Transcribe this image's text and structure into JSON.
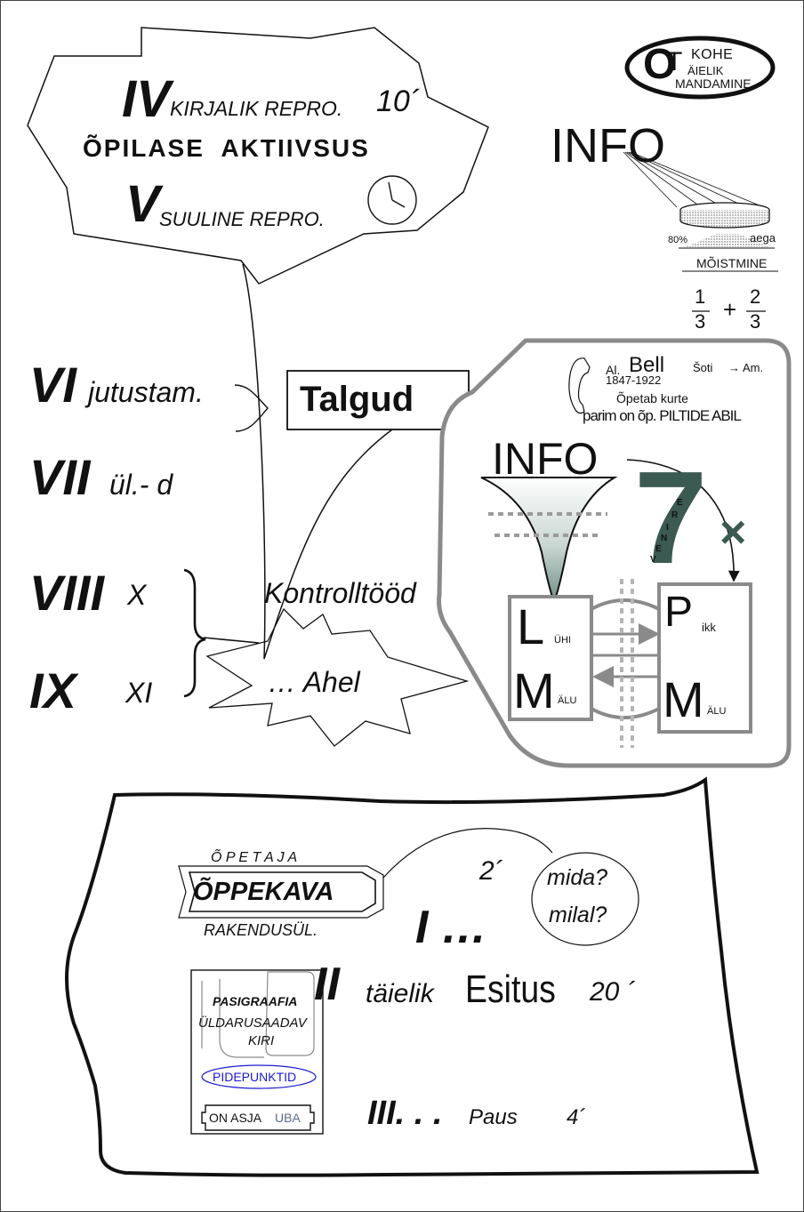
{
  "logo": {
    "o": "O",
    "t": "T",
    "kohe": "KOHE",
    "taielik": "ÄIELIK",
    "omandamine": "MANDAMINE"
  },
  "info_top": {
    "label": "INFO",
    "pct": "80%",
    "aega": "aega",
    "moistmine": "MÕISTMINE",
    "frac1_num": "1",
    "frac1_den": "3",
    "plus": "+",
    "frac2_num": "2",
    "frac2_den": "3"
  },
  "aktiivsus": {
    "iv_num": "IV",
    "iv_text": "KIRJALIK REPRO.",
    "iv_time": "10´",
    "title": "ÕPILASE  AKTIIVSUS",
    "v_num": "V",
    "v_text": "SUULINE REPRO."
  },
  "steps": {
    "vi_num": "VI",
    "vi_text": "jutustam.",
    "vii_num": "VII",
    "vii_text": "ül.- d",
    "viii_num": "VIII",
    "viii_x": "X",
    "ix_num": "IX",
    "ix_xi": "XI"
  },
  "talgud": "Talgud",
  "kontrolltood": "Kontrolltööd",
  "ahel": "… Ahel",
  "memory": {
    "bell_prefix": "Al.",
    "bell_name": "Bell",
    "bell_years": "1847-1922",
    "soti": "Šoti",
    "arrow": "→",
    "am": "Am.",
    "opetab": "Õpetab kurte",
    "parim": "parim on õp. PILTIDE ABIL",
    "info": "INFO",
    "seven": "7",
    "x_mark": "×",
    "vertical": [
      "E",
      "R",
      "I",
      "N",
      "E",
      "V"
    ],
    "l_letter": "L",
    "l_sub": "ÜHI",
    "m1_letter": "M",
    "m1_sub": "ÄLU",
    "p_letter": "P",
    "p_sub": "ikk",
    "m2_letter": "M",
    "m2_sub": "ÄLU"
  },
  "lesson": {
    "opetaja": "Õ P E T A J A",
    "oppekava": "ÕPPEKAVA",
    "rakendusul": "RAKENDUSÜL.",
    "time_2": "2´",
    "mida": "mida?",
    "milal": "milal?",
    "i_num": "I …",
    "ii_num": "II",
    "ii_taielik": "täielik",
    "ii_esitus": "Esitus",
    "ii_time": "20 ´",
    "pasigraafia": "PASIGRAAFIA",
    "uldarusaadav": "ÜLDARUSAADAV",
    "kiri": "KIRI",
    "pidepunktid": "PIDEPUNKTID",
    "on_asja": "ON ASJA",
    "uba": "UBA",
    "iii_num": "III. . .",
    "paus": "Paus",
    "iii_time": "4´"
  },
  "colors": {
    "dark_green": "#3b5a52",
    "grey": "#8a8a8a",
    "light_grey": "#c0c0c0",
    "blue": "#1a1ad0",
    "uba_blue": "#5a6a90"
  }
}
